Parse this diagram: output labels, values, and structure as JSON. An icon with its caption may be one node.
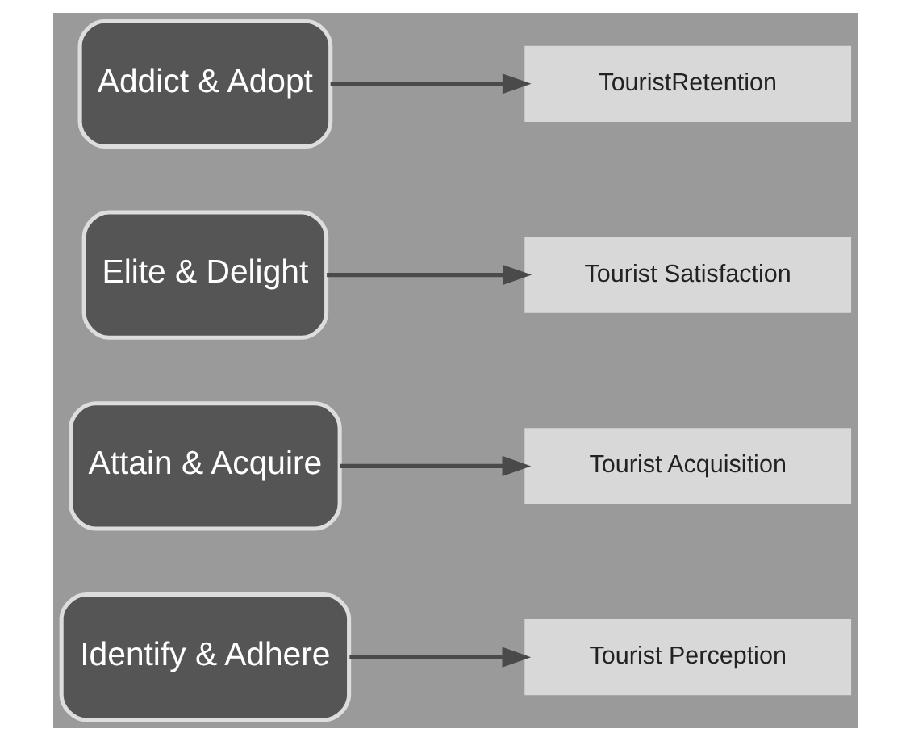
{
  "diagram": {
    "nodes": [
      {
        "text": [
          "Addict & Adopt"
        ]
      },
      {
        "text": [
          "TouristRetention"
        ]
      },
      {
        "text": [
          "Elite & Delight"
        ]
      },
      {
        "text": [
          "Tourist Satisfaction"
        ]
      },
      {
        "text": [
          "Attain & Acquire"
        ]
      },
      {
        "text": [
          "Tourist Acquisition"
        ]
      },
      {
        "text": [
          "Identify & Adhere"
        ]
      },
      {
        "text": [
          "Tourist Perception"
        ]
      }
    ],
    "edges": [
      {
        "from": 0,
        "to": 1,
        "arrow": "to"
      },
      {
        "from": 2,
        "to": 3,
        "arrow": "to"
      },
      {
        "from": 4,
        "to": 5,
        "arrow": "to"
      },
      {
        "from": 6,
        "to": 7,
        "arrow": "to"
      }
    ]
  }
}
